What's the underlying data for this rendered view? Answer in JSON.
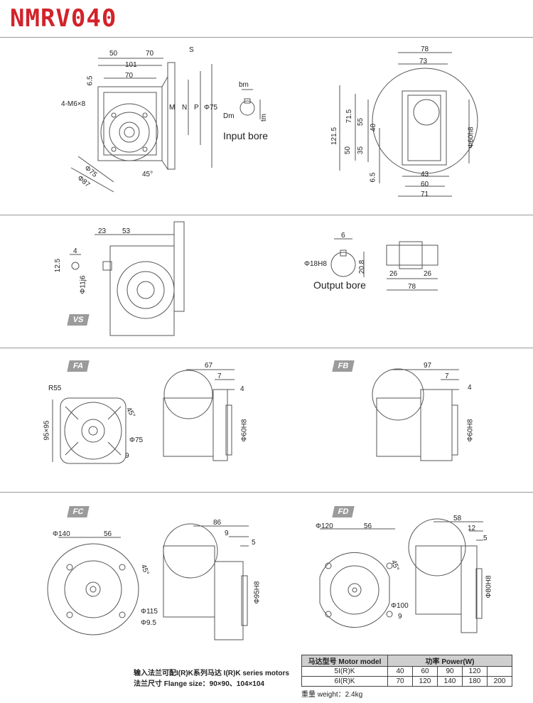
{
  "title": "NMRV040",
  "sections": {
    "vs_tag": "VS",
    "fa_tag": "FA",
    "fb_tag": "FB",
    "fc_tag": "FC",
    "fd_tag": "FD"
  },
  "top_left": {
    "dims": [
      "50",
      "70",
      "101",
      "70",
      "6.5",
      "4-M6×8",
      "S",
      "M",
      "N",
      "P",
      "Φ75",
      "Φ87",
      "45°"
    ]
  },
  "input_bore": {
    "label": "Input bore",
    "dims": [
      "bm",
      "Dm",
      "tm"
    ]
  },
  "top_right": {
    "dims": [
      "78",
      "73",
      "121.5",
      "71.5",
      "55",
      "40",
      "50",
      "35",
      "6.5",
      "43",
      "60",
      "71",
      "Φ60h8"
    ]
  },
  "vs": {
    "dims": [
      "23",
      "53",
      "4",
      "12.5",
      "Φ11j6"
    ]
  },
  "output_bore": {
    "label": "Output bore",
    "dims": [
      "6",
      "Φ18H8",
      "20.8",
      "26",
      "26",
      "78"
    ]
  },
  "fa": {
    "dims": [
      "R55",
      "95×95",
      "45°",
      "Φ75",
      "9",
      "67",
      "7",
      "4",
      "Φ60H8"
    ]
  },
  "fb": {
    "dims": [
      "97",
      "7",
      "4",
      "Φ60H8"
    ]
  },
  "fc": {
    "dims": [
      "Φ140",
      "56",
      "45°",
      "Φ115",
      "Φ9.5",
      "86",
      "9",
      "5",
      "Φ95H8"
    ]
  },
  "fd": {
    "dims": [
      "Φ120",
      "56",
      "45°",
      "Φ100",
      "9",
      "58",
      "12",
      "5",
      "Φ80H8"
    ]
  },
  "notes": {
    "line1": "输入法兰可配I(R)K系列马达  I(R)K series motors",
    "line2": "法兰尺寸 Flange size：90×90、104×104",
    "weight": "重量 weight：2.4kg"
  },
  "motor_table": {
    "col1_header": "马达型号 Motor model",
    "col2_header": "功率 Power(W)",
    "rows": [
      {
        "model": "5I(R)K",
        "p": [
          "40",
          "60",
          "90",
          "120",
          ""
        ]
      },
      {
        "model": "6I(R)K",
        "p": [
          "70",
          "120",
          "140",
          "180",
          "200"
        ]
      }
    ]
  }
}
